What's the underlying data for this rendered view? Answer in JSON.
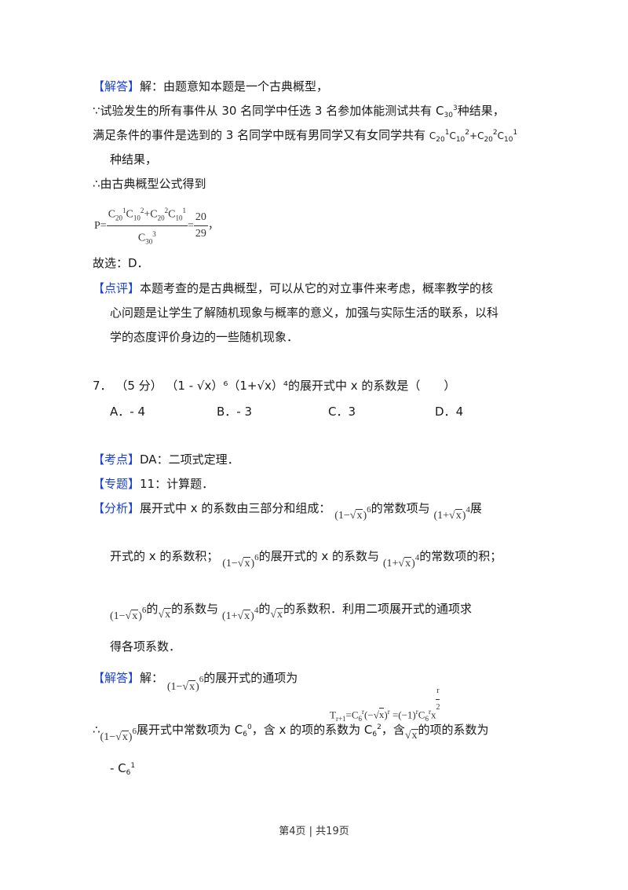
{
  "section1": {
    "answer_tag": "【解答】",
    "answer_line1": "解：由题意知本题是一个古典概型，",
    "line2_prefix": "∵试验发生的所有事件从 30 名同学中任选 3 名参加体能测试共有 C",
    "line2_sub": "30",
    "line2_sup": "3",
    "line2_suffix": "种结果，",
    "line3_prefix": "满足条件的事件是选到的 3 名同学中既有男同学又有女同学共有 ",
    "line3_formula": "C20¹C10²+C20²C10¹",
    "line4": "种结果，",
    "line5": "∴由古典概型公式得到",
    "formula": {
      "lhs": "P=",
      "numerator": "C20¹C10²+C20²C10¹",
      "denominator": "C30³",
      "result_num": "20",
      "result_den": "29",
      "tail": "，"
    },
    "choice": "故选：D．",
    "comment_tag": "【点评】",
    "comment_line1": "本题考查的是古典概型，可以从它的对立事件来考虑，概率教学的核",
    "comment_line2": "心问题是让学生了解随机现象与概率的意义，加强与实际生活的联系，以科",
    "comment_line3": "学的态度评价身边的一些随机现象．"
  },
  "question7": {
    "number": "7．",
    "score": "（5 分）",
    "expr": "（1 - √x）⁶（1+√x）⁴",
    "stem": "的展开式中 x 的系数是（　　）",
    "options": [
      {
        "label": "A．",
        "value": "- 4"
      },
      {
        "label": "B．",
        "value": "- 3"
      },
      {
        "label": "C．",
        "value": "3"
      },
      {
        "label": "D．",
        "value": "4"
      }
    ]
  },
  "analysis": {
    "kaodian_tag": "【考点】",
    "kaodian": "DA：二项式定理．",
    "zhuanti_tag": "【专题】",
    "zhuanti": "11：计算题．",
    "fenxi_tag": "【分析】",
    "fenxi_1a": "展开式中 x 的系数由三部分和组成：",
    "fenxi_1b": "的常数项与",
    "fenxi_1c": "展",
    "fenxi_2a": "开式的 x 的系数积；",
    "fenxi_2b": "的展开式的 x 的系数与",
    "fenxi_2c": "的常数项的积；",
    "fenxi_3a": "的",
    "fenxi_3b": "的系数与",
    "fenxi_3c": "的",
    "fenxi_3d": "的系数积．利用二项展开式的通项求",
    "fenxi_4": "得各项系数．",
    "expr_minus": "(1−√x)",
    "expr_plus": "(1+√x)",
    "exp6": "6",
    "exp4": "4"
  },
  "solution": {
    "tag": "【解答】",
    "lead": "解：",
    "text1": "的展开式的通项为",
    "general_term": "T_{r+1}=C_6^r(−√x)^r =(−1)^r C_6^r x^{r/2}",
    "line2a": "∴",
    "line2b": "展开式中常数项为 C",
    "c60": "0",
    "line2c": "，含 x 的项的系数为 C",
    "c62": "2",
    "line2d": "，含",
    "line2e": "的项的系数为",
    "line3": "- C",
    "c61": "1"
  },
  "footer": {
    "page_text": "第4页 | 共19页"
  }
}
